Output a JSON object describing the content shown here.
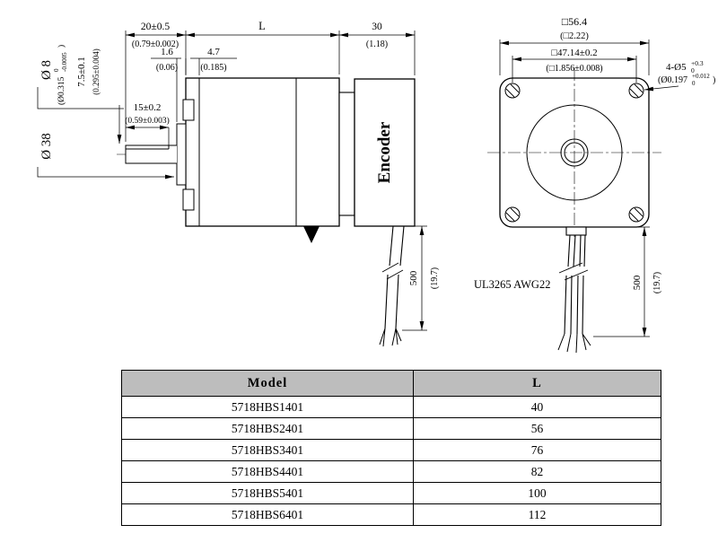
{
  "drawing": {
    "side": {
      "dim_shaft_len_mm": "20±0.5",
      "dim_shaft_len_in": "(0.79±0.002)",
      "dim_body_len": "L",
      "dim_encoder_len_mm": "30",
      "dim_encoder_len_in": "(1.18)",
      "dim_pilot_mm": "1.6",
      "dim_pilot_in": "(0.06)",
      "dim_boss_len_mm": "4.7",
      "dim_boss_len_in": "(0.185)",
      "dim_shaft_dia_mm": "Ø 8",
      "dim_shaft_dia_in_base": "(Ø0.315",
      "dim_shaft_dia_in_sup": "0",
      "dim_shaft_dia_in_sub": "-0.0005",
      "dim_shaft_dia_in_close": ")",
      "dim_flat_h_mm": "7.5±0.1",
      "dim_flat_h_in": "(0.295±0.004)",
      "dim_boss_dia_mm": "Ø 38",
      "dim_flat_len_mm": "15±0.2",
      "dim_flat_len_in": "(0.59±0.003)",
      "encoder_label": "Encoder",
      "dim_cable_mm": "500",
      "dim_cable_in": "(19.7)",
      "cable_spec": "UL3265 AWG22"
    },
    "front": {
      "dim_frame_mm": "□56.4",
      "dim_frame_in": "(□2.22)",
      "dim_pitch_mm": "□47.14±0.2",
      "dim_pitch_in": "(□1.856±0.008)",
      "dim_holes_mm_base": "4-Ø5",
      "dim_holes_mm_sup": "+0.3",
      "dim_holes_mm_sub": "0",
      "dim_holes_in_base": "(Ø0.197",
      "dim_holes_in_sup": "+0.012",
      "dim_holes_in_sub": "0",
      "dim_holes_in_close": ")",
      "dim_cable_mm": "500",
      "dim_cable_in": "(19.7)"
    }
  },
  "table": {
    "headers": [
      "Model",
      "L"
    ],
    "rows": [
      [
        "5718HBS1401",
        "40"
      ],
      [
        "5718HBS2401",
        "56"
      ],
      [
        "5718HBS3401",
        "76"
      ],
      [
        "5718HBS4401",
        "82"
      ],
      [
        "5718HBS5401",
        "100"
      ],
      [
        "5718HBS6401",
        "112"
      ]
    ]
  }
}
